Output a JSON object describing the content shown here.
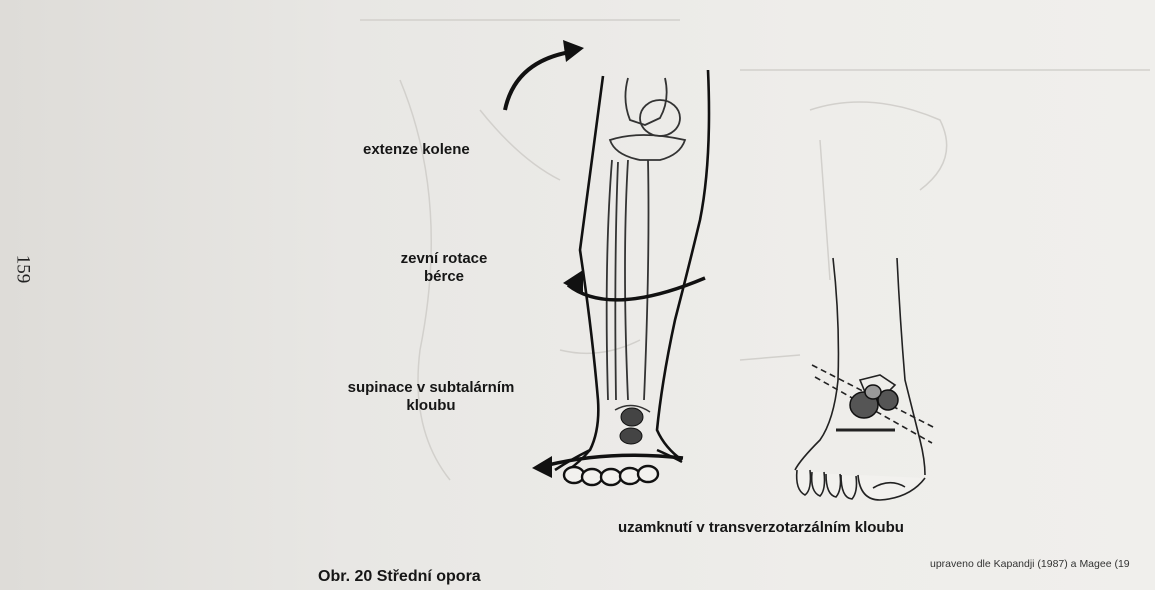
{
  "page_number": "159",
  "labels": {
    "knee_extension": "extenze kolene",
    "external_rotation_line1": "zevní rotace",
    "external_rotation_line2": "bérce",
    "supination_line1": "supinace v subtalárním",
    "supination_line2": "kloubu",
    "transverse_lock": "uzamknutí v transverzotarzálním kloubu"
  },
  "credit": "upraveno dle Kapandji (1987) a Magee (19",
  "caption": "Obr. 20 Střední opora"
}
